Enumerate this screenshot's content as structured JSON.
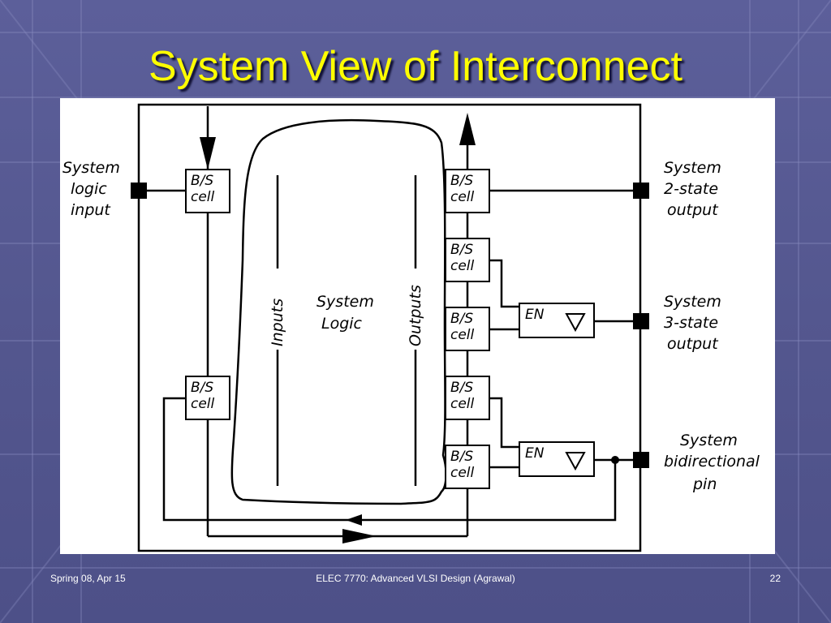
{
  "slide": {
    "title": "System View of Interconnect",
    "footer_left": "Spring 08, Apr 15",
    "footer_center": "ELEC 7770: Advanced VLSI Design (Agrawal)",
    "footer_right": "22"
  },
  "diagram": {
    "system_logic_input": [
      "System",
      "logic",
      "input"
    ],
    "system_2state_output": [
      "System",
      "2-state",
      "output"
    ],
    "system_3state_output": [
      "System",
      "3-state",
      "output"
    ],
    "system_bidirectional_pin": [
      "System",
      "bidirectional",
      "pin"
    ],
    "bs_cell": [
      "B/S",
      "cell"
    ],
    "enable": "EN",
    "core_label": [
      "System",
      "Logic"
    ],
    "inputs_label": "Inputs",
    "outputs_label": "Outputs"
  }
}
